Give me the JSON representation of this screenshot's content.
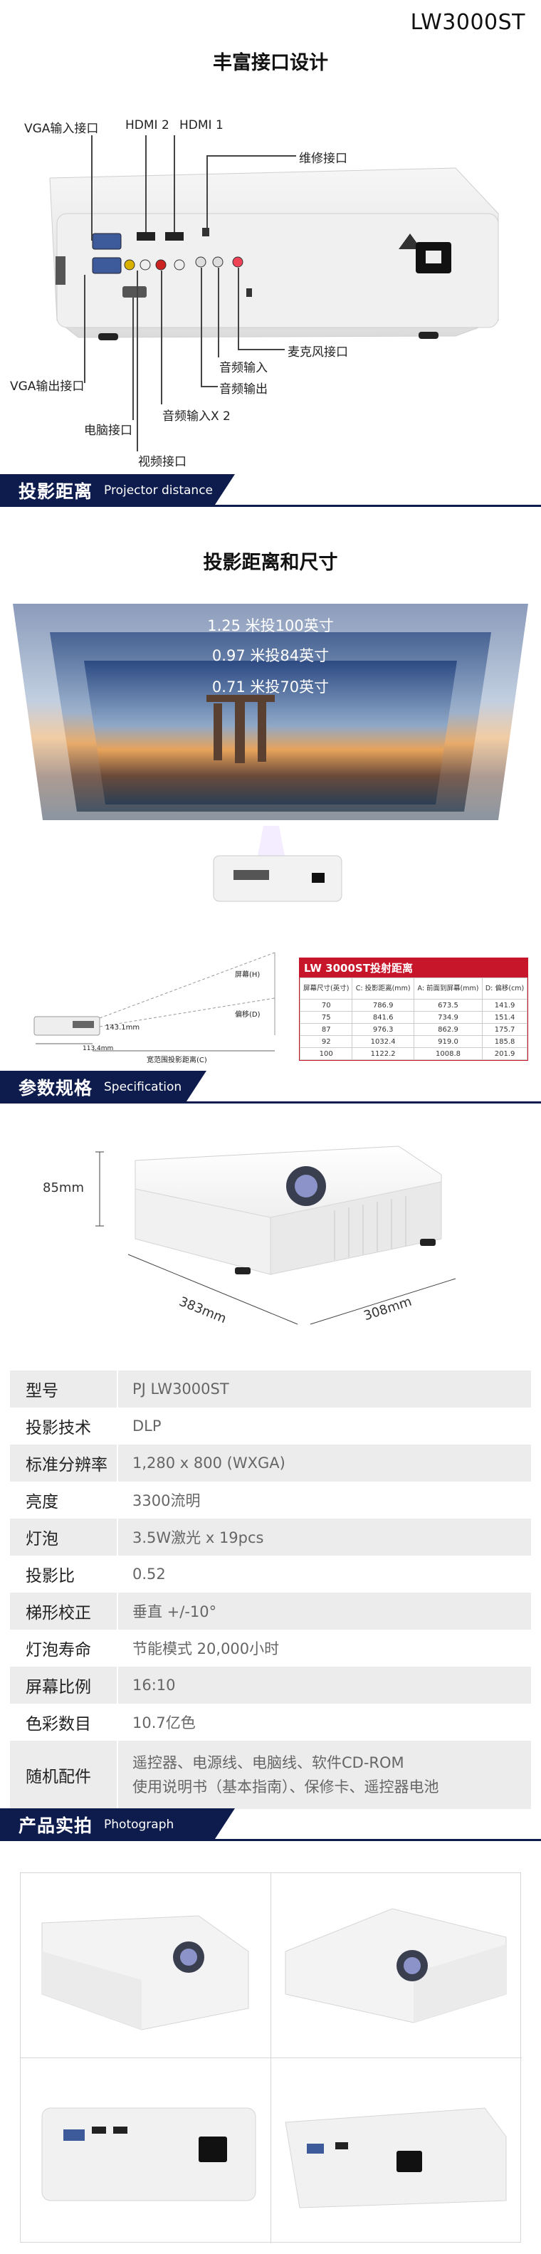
{
  "model_code": "LW3000ST",
  "ports_section": {
    "title": "丰富接口设计",
    "labels": {
      "vga_in": "VGA输入接口",
      "hdmi2": "HDMI 2",
      "hdmi1": "HDMI 1",
      "service": "维修接口",
      "mic": "麦克风接口",
      "audio_in": "音频输入",
      "audio_out": "音频输出",
      "audio_in_x2": "音频输入X 2",
      "vga_out": "VGA输出接口",
      "pc": "电脑接口",
      "video": "视频接口"
    }
  },
  "distance_section": {
    "bar_cn": "投影距离",
    "bar_en": "Projector distance",
    "title": "投影距离和尺寸",
    "screens": [
      "1.25 米投100英寸",
      "0.97 米投84英寸",
      "0.71 米投70英寸"
    ],
    "diagram": {
      "screen_h": "屏幕(H)",
      "offset_d": "偏移(D)",
      "dim_a": "143.1mm",
      "dim_b": "113.4mm",
      "dim_c": "宽范围投影距离(C)"
    },
    "table": {
      "title": "LW 3000ST投射距离",
      "headers": [
        "屏幕尺寸(英寸)",
        "C: 投影距离(mm)",
        "A: 前面到屏幕(mm)",
        "D: 偏移(cm)"
      ],
      "rows": [
        [
          "70",
          "786.9",
          "673.5",
          "141.9"
        ],
        [
          "75",
          "841.6",
          "734.9",
          "151.4"
        ],
        [
          "87",
          "976.3",
          "862.9",
          "175.7"
        ],
        [
          "92",
          "1032.4",
          "919.0",
          "185.8"
        ],
        [
          "100",
          "1122.2",
          "1008.8",
          "201.9"
        ]
      ]
    }
  },
  "spec_section": {
    "bar_cn": "参数规格",
    "bar_en": "Specification",
    "dims": {
      "height": "85mm",
      "depth": "383mm",
      "width": "308mm"
    },
    "rows": [
      {
        "k": "型号",
        "v": "PJ LW3000ST"
      },
      {
        "k": "投影技术",
        "v": "DLP"
      },
      {
        "k": "标准分辨率",
        "v": "1,280 x 800 (WXGA)"
      },
      {
        "k": "亮度",
        "v": "3300流明"
      },
      {
        "k": "灯泡",
        "v": "3.5W激光 x 19pcs"
      },
      {
        "k": "投影比",
        "v": "0.52"
      },
      {
        "k": "梯形校正",
        "v": "垂直 +/-10°"
      },
      {
        "k": "灯泡寿命",
        "v": "节能模式 20,000小时"
      },
      {
        "k": "屏幕比例",
        "v": "16:10"
      },
      {
        "k": "色彩数目",
        "v": "10.7亿色"
      }
    ],
    "accessories_k": "随机配件",
    "accessories_line1": "遥控器、电源线、电脑线、软件CD-ROM",
    "accessories_line2": "使用说明书（基本指南）、保修卡、遥控器电池"
  },
  "photo_section": {
    "bar_cn": "产品实拍",
    "bar_en": "Photograph"
  },
  "colors": {
    "navy": "#0e1c4d",
    "red": "#c7152a"
  }
}
